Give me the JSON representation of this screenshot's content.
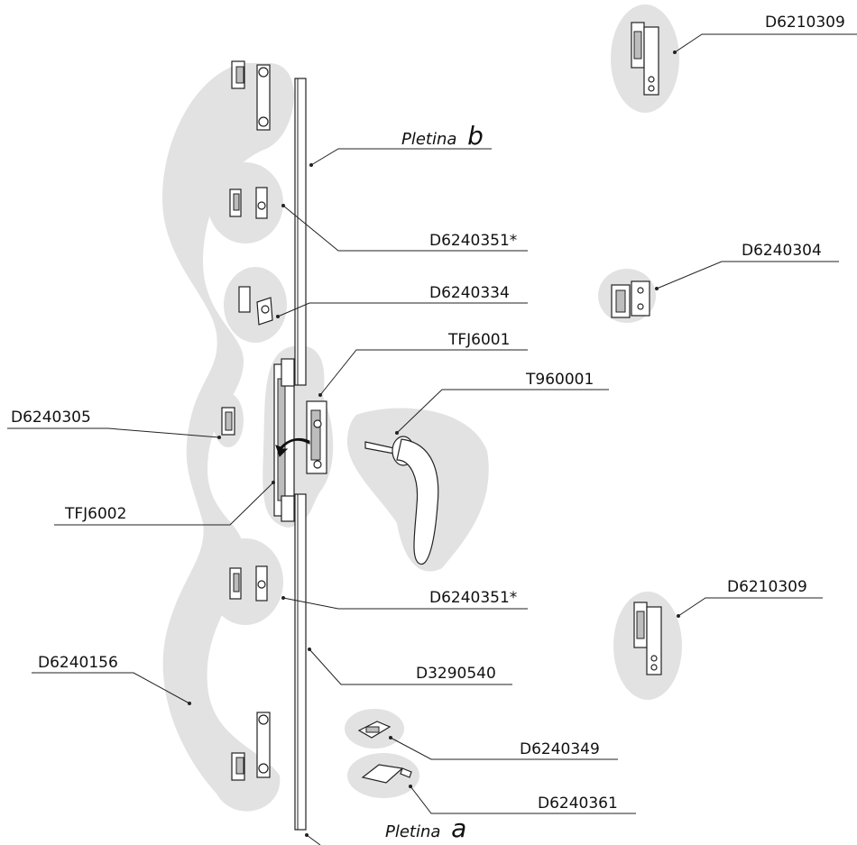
{
  "labels": {
    "pletina_b_word": "Pletina",
    "pletina_b_letter": "b",
    "pletina_a_word": "Pletina",
    "pletina_a_letter": "a",
    "d6210309_top": "D6210309",
    "d6240351_top": "D6240351*",
    "d6240304": "D6240304",
    "d6240334": "D6240334",
    "tfj6001": "TFJ6001",
    "t960001": "T960001",
    "d6240305": "D6240305",
    "tfj6002": "TFJ6002",
    "d6240351_bottom": "D6240351*",
    "d6210309_bottom": "D6210309",
    "d6240156": "D6240156",
    "d3290540": "D3290540",
    "d6240349": "D6240349",
    "d6240361": "D6240361"
  },
  "colors": {
    "blob": "#e2e2e2",
    "line": "#222222"
  }
}
